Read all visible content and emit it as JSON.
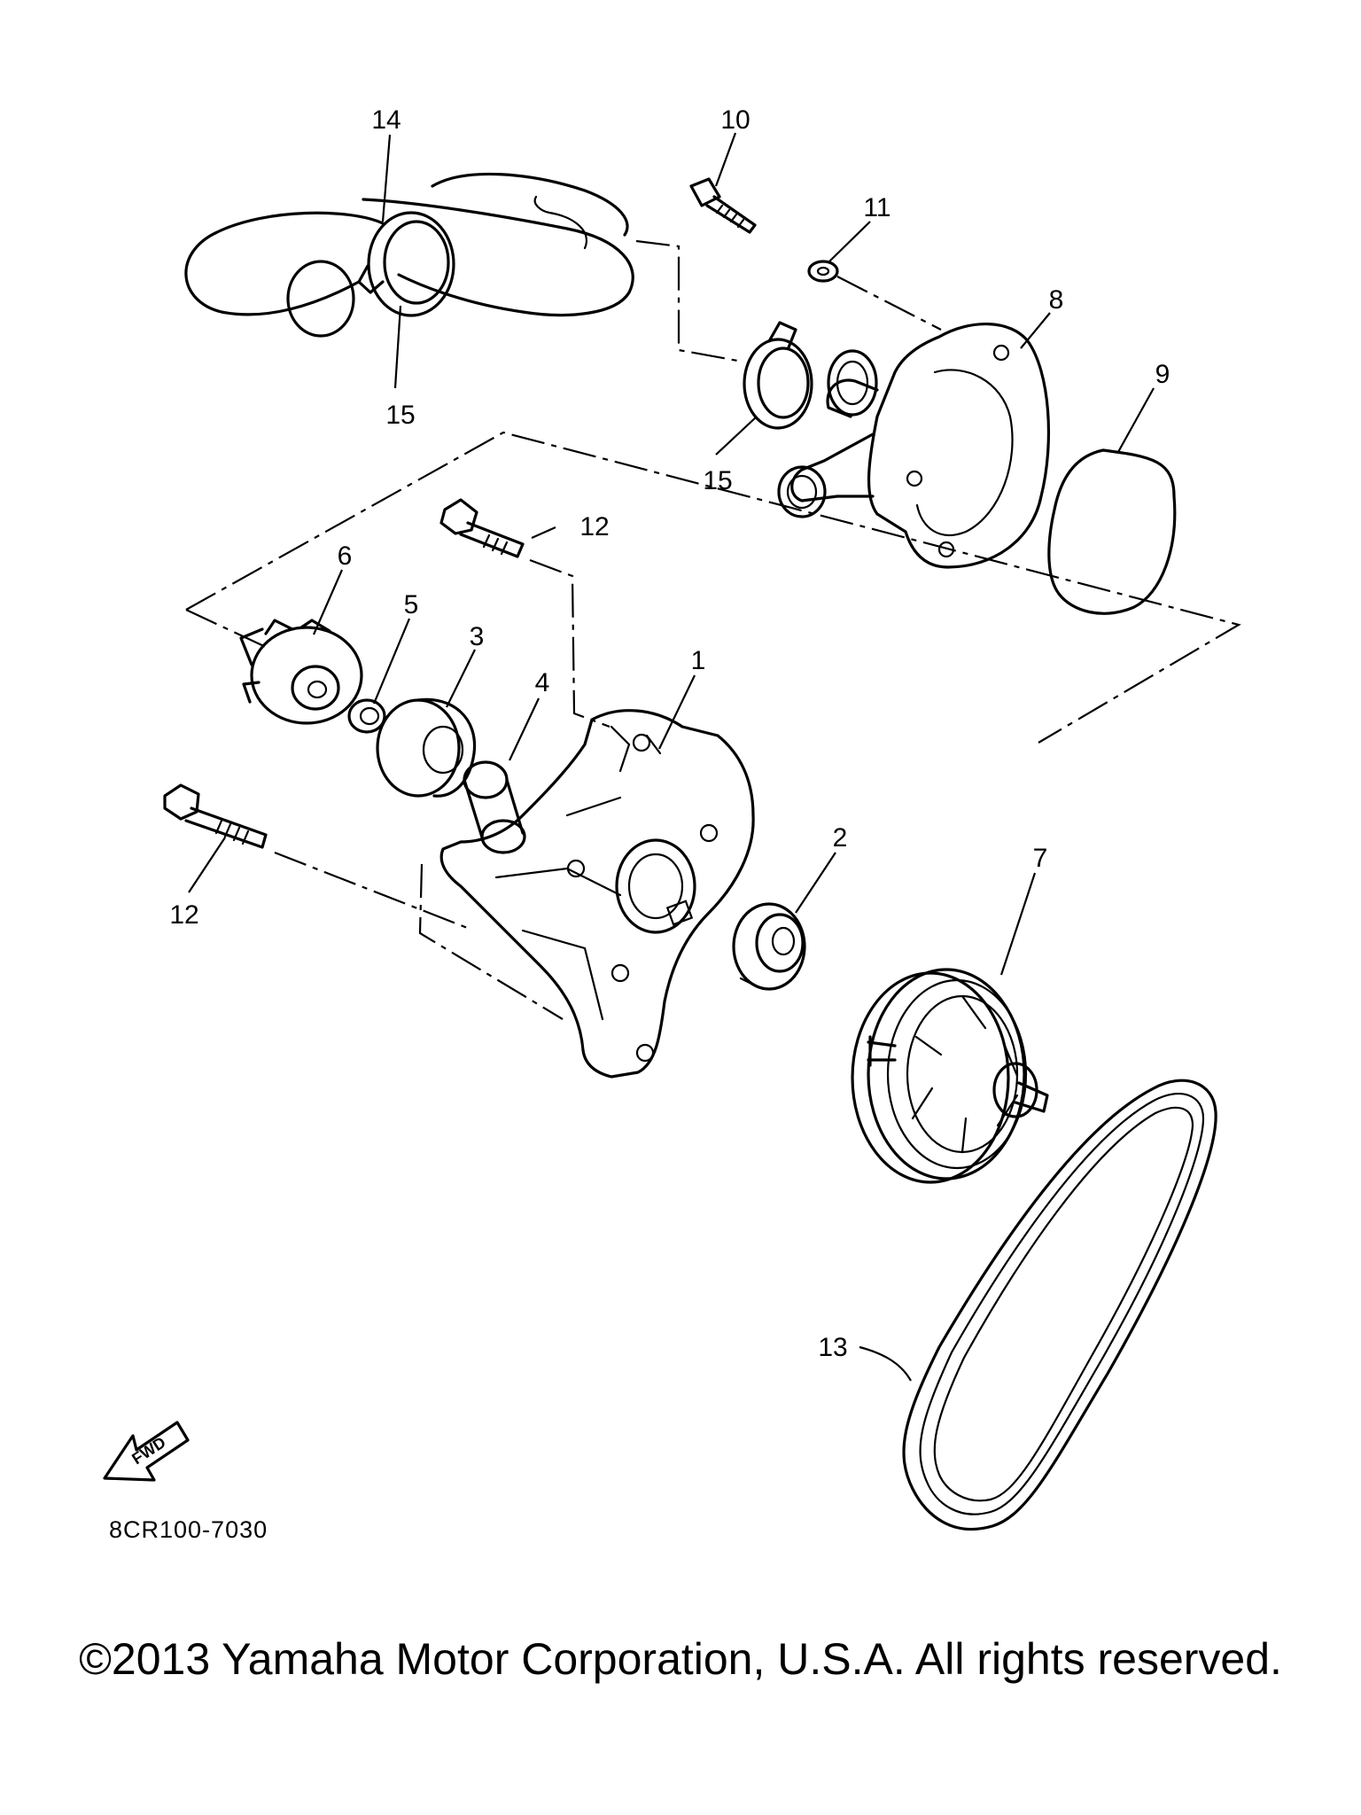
{
  "callouts": {
    "c1": "1",
    "c2": "2",
    "c3": "3",
    "c4": "4",
    "c5": "5",
    "c6": "6",
    "c7": "7",
    "c8": "8",
    "c9": "9",
    "c10": "10",
    "c11": "11",
    "c12a": "12",
    "c12b": "12",
    "c13": "13",
    "c14": "14",
    "c15a": "15",
    "c15b": "15"
  },
  "fwd_label": "FWD",
  "diagram_code": "8CR100-7030",
  "copyright": "©2013 Yamaha Motor Corporation, U.S.A. All rights reserved."
}
